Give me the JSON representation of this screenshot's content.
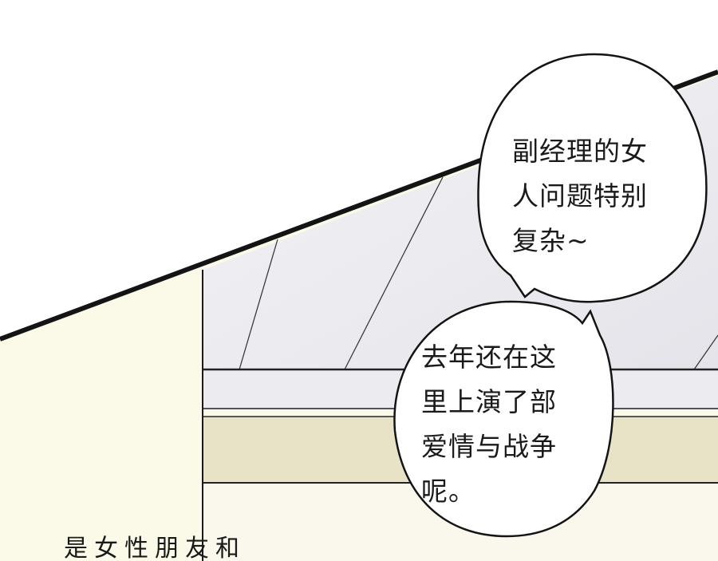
{
  "bubbles": {
    "top": "副经理的女\n人问题特别\n复杂~",
    "bottom": "去年还在这\n里上演了部\n爱情与战争\n呢。"
  },
  "caption": "是女性朋友和",
  "colors": {
    "paper": "#ffffff",
    "wall_cream": "#fbf9e8",
    "sill_tan": "#e8e2c6",
    "ink": "#141414",
    "gray_pane": "#e9e9ee"
  }
}
